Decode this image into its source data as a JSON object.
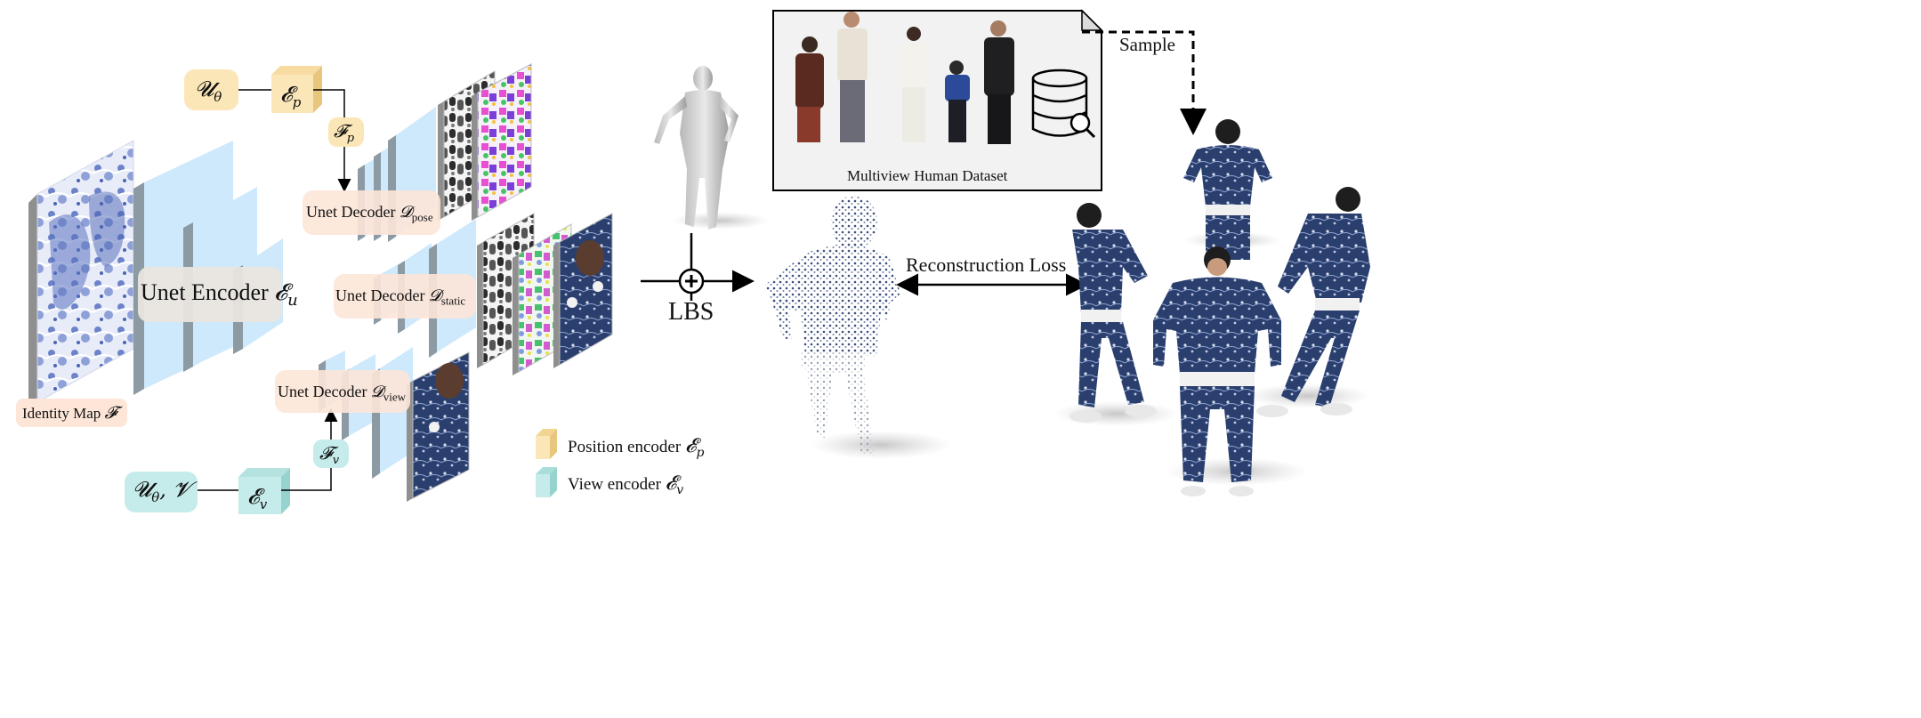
{
  "labels": {
    "identity_map": "Identity Map",
    "identity_map_symbol": "𝓕",
    "unet_encoder": "Unet Encoder",
    "unet_encoder_symbol": "𝓔",
    "unet_encoder_sub": "u",
    "decoder_pose": "Unet Decoder",
    "decoder_pose_symbol": "𝓓",
    "decoder_pose_sub": "pose",
    "decoder_static": "Unet Decoder",
    "decoder_static_symbol": "𝓓",
    "decoder_static_sub": "static",
    "decoder_view": "Unet Decoder",
    "decoder_view_symbol": "𝓓",
    "decoder_view_sub": "view",
    "u_theta": "𝓤",
    "u_theta_sub": "θ",
    "u_theta_v": "𝓤",
    "u_theta_v_sub": "θ",
    "u_theta_v_tail": ", 𝓥",
    "enc_p": "𝓔",
    "enc_p_sub": "p",
    "enc_v": "𝓔",
    "enc_v_sub": "v",
    "feat_p": "𝓕",
    "feat_p_sub": "p",
    "feat_v": "𝓕",
    "feat_v_sub": "v",
    "lbs": "LBS",
    "reconstruction_loss": "Reconstruction Loss",
    "sample": "Sample",
    "dataset": "Multiview Human Dataset"
  },
  "legend": [
    {
      "label": "Position encoder",
      "symbol": "𝓔",
      "sub": "p",
      "color": "#fbe6b8"
    },
    {
      "label": "View encoder",
      "symbol": "𝓔",
      "sub": "v",
      "color": "#c5ecea"
    }
  ],
  "colors": {
    "layer_face": "#cde9fb",
    "layer_side": "#8b9aa3",
    "orange_box": "#fde6d8",
    "yellow_box": "#fbe6b8",
    "teal_box": "#c5ecea",
    "gray_box": "#ebe5e0",
    "dataset_bg": "#f2f2f2",
    "denim": "#2b3f6e"
  }
}
